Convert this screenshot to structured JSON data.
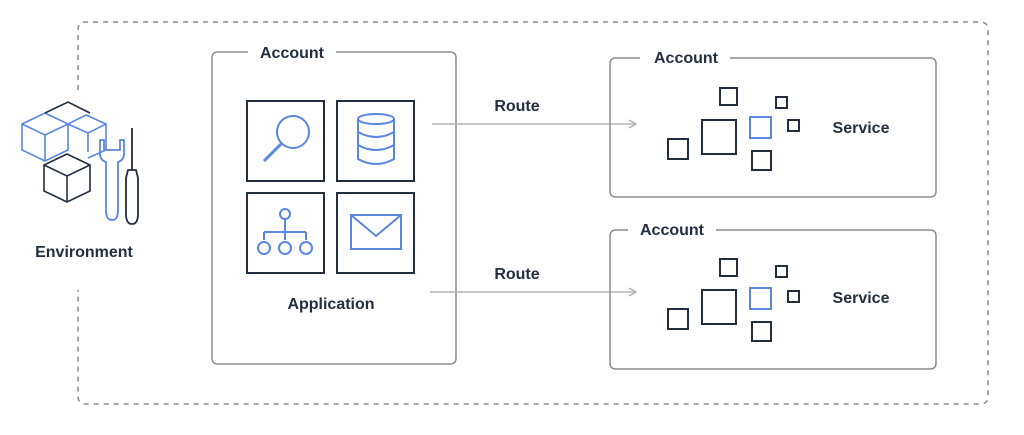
{
  "environment": {
    "label": "Environment"
  },
  "app_account": {
    "label": "Account",
    "app_label": "Application"
  },
  "routes": [
    {
      "label": "Route"
    },
    {
      "label": "Route"
    }
  ],
  "service_accounts": [
    {
      "label": "Account",
      "service_label": "Service"
    },
    {
      "label": "Account",
      "service_label": "Service"
    }
  ],
  "icons": [
    "building-blocks-icon",
    "wrench-icon",
    "screwdriver-icon",
    "search-icon",
    "database-icon",
    "hierarchy-icon",
    "email-icon"
  ],
  "colors": {
    "accent": "#5a86e0",
    "ink": "#232f3e",
    "border": "#8c8c8c",
    "arrow": "#b3b3b3"
  }
}
